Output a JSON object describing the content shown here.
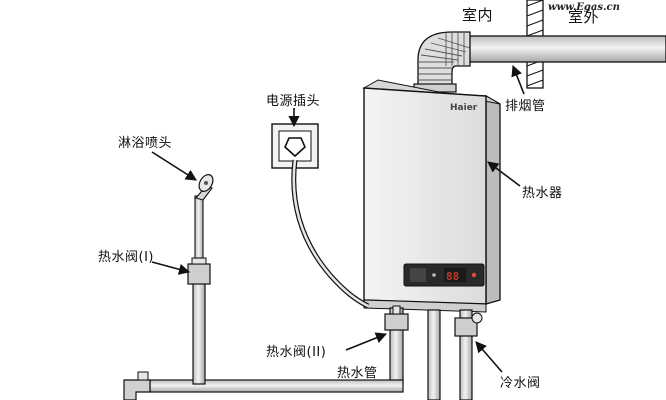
{
  "watermark": "www.Egas.cn",
  "labels": {
    "indoor": "室内",
    "outdoor": "室外",
    "flue_pipe": "排烟管",
    "power_plug": "电源插头",
    "shower_head": "淋浴喷头",
    "water_heater": "热水器",
    "hot_valve_1": "热水阀(I)",
    "hot_valve_2": "热水阀(II)",
    "hot_pipe": "热水管",
    "cold_valve": "冷水阀"
  },
  "heater": {
    "brand": "Haier",
    "display_text": "88"
  },
  "colors": {
    "line": "#111111",
    "heater_body": "#e9e9e9",
    "pipe": "#d4d4d4",
    "display_panel": "#2a2a2a",
    "display_digits": "#c0392b"
  }
}
